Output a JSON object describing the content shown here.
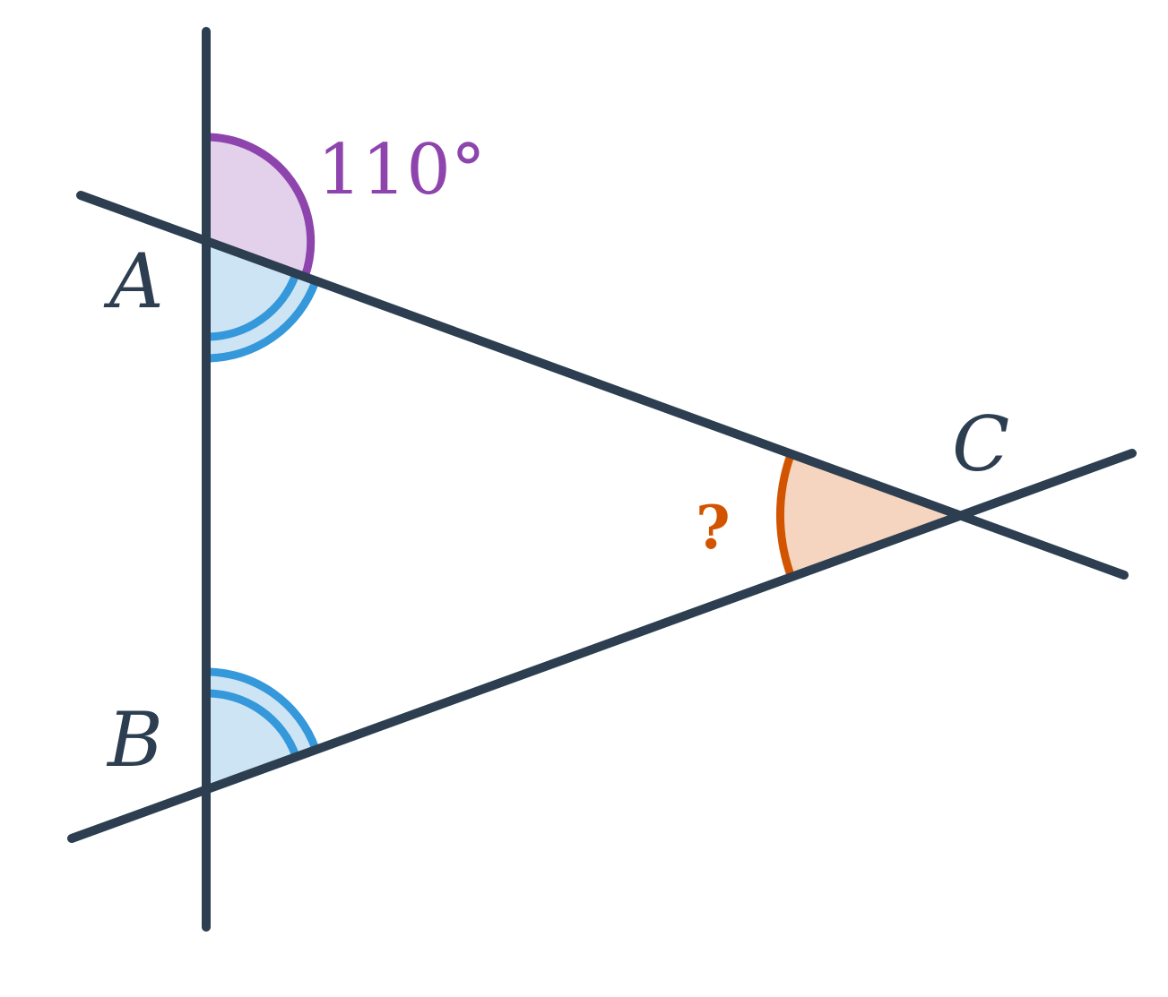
{
  "points": {
    "a": "A",
    "b": "B",
    "c": "C"
  },
  "angles": {
    "exterior_at_a": "110°",
    "at_c": "?"
  },
  "colors": {
    "line": "#2c3e50",
    "exterior_angle": "#8e44ad",
    "exterior_angle_fill": "#e3d0ea",
    "equal_angles": "#3498db",
    "equal_angles_fill": "#cde4f4",
    "unknown_angle": "#d35400",
    "unknown_angle_fill": "#f5d5bf"
  }
}
